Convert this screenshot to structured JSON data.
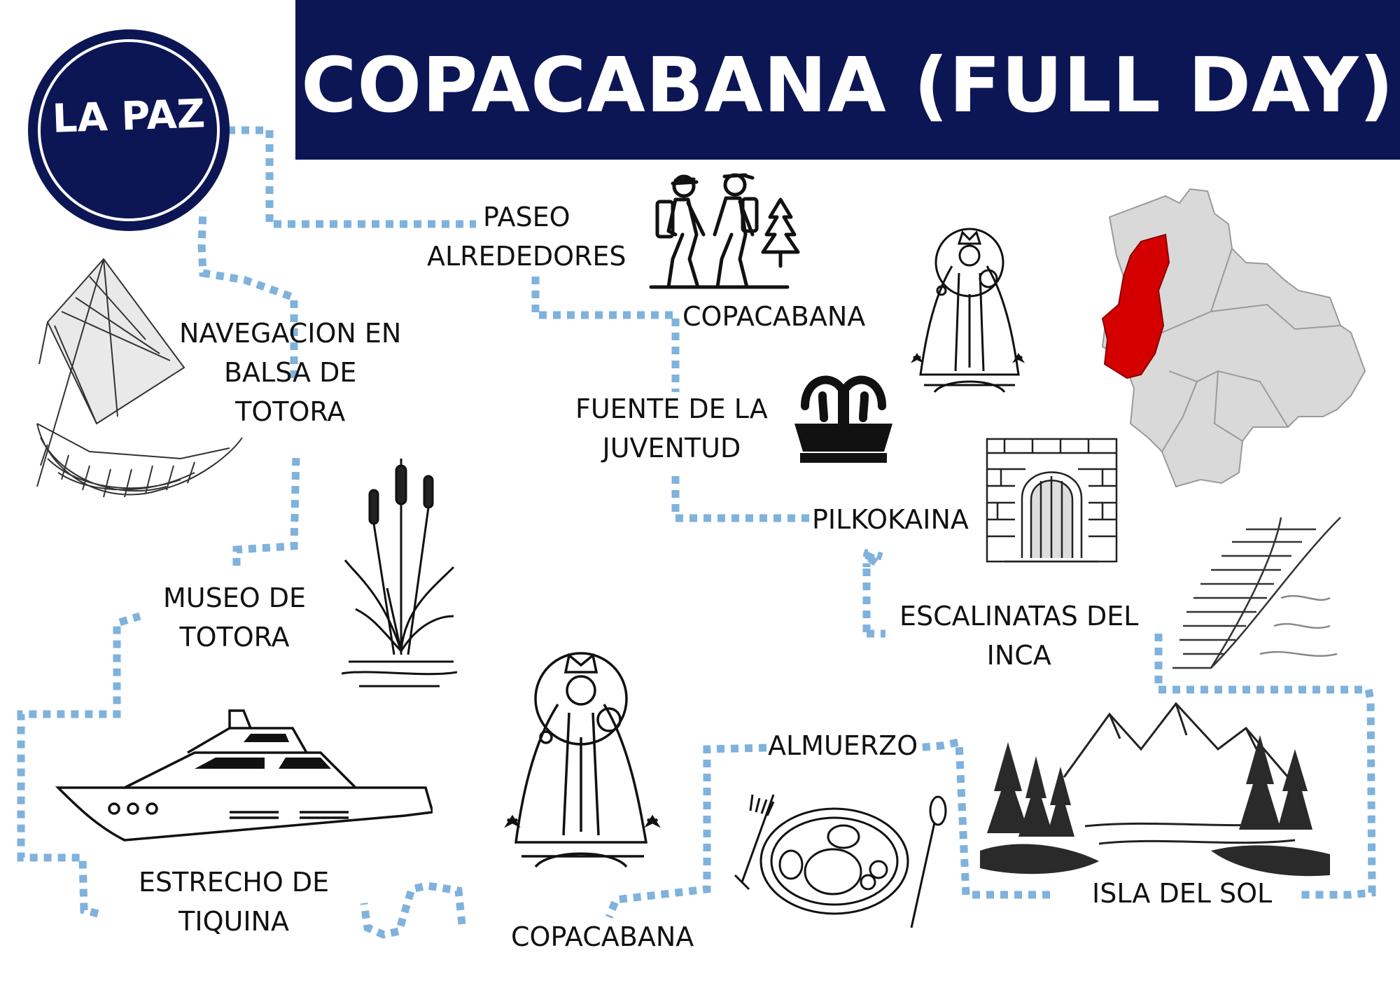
{
  "title": "COPACABANA (FULL DAY)",
  "start_badge": "LA PAZ",
  "stops": {
    "paseo": [
      "PASEO",
      "ALREDEDORES"
    ],
    "copacabana_top": "COPACABANA",
    "navegacion": [
      "NAVEGACION EN",
      "BALSA DE",
      "TOTORA"
    ],
    "fuente": [
      "FUENTE DE LA",
      "JUVENTUD"
    ],
    "pilkokaina": "PILKOKAINA",
    "museo": [
      "MUSEO DE",
      "TOTORA"
    ],
    "escalinatas": [
      "ESCALINATAS DEL",
      "INCA"
    ],
    "almuerzo": "ALMUERZO",
    "estrecho": [
      "ESTRECHO DE",
      "TIQUINA"
    ],
    "copacabana_bottom": "COPACABANA",
    "isla": "ISLA DEL SOL"
  },
  "colors": {
    "banner": "#0d1654",
    "route_dots": "#7fb2dc",
    "map_highlight": "#d40000",
    "map_base": "#d9d9d9"
  },
  "icons": {
    "hikers": "hikers-icon",
    "virgin": "virgin-of-copacabana-icon",
    "fountain": "fountain-icon",
    "reed_boat": "reed-boat-icon",
    "arch_door": "stone-arch-door-icon",
    "cattail": "cattail-reed-icon",
    "stairs": "inca-stairs-icon",
    "yacht": "yacht-icon",
    "plate": "lunch-plate-icon",
    "mountains": "mountain-lake-icon",
    "map": "bolivia-map-icon"
  }
}
